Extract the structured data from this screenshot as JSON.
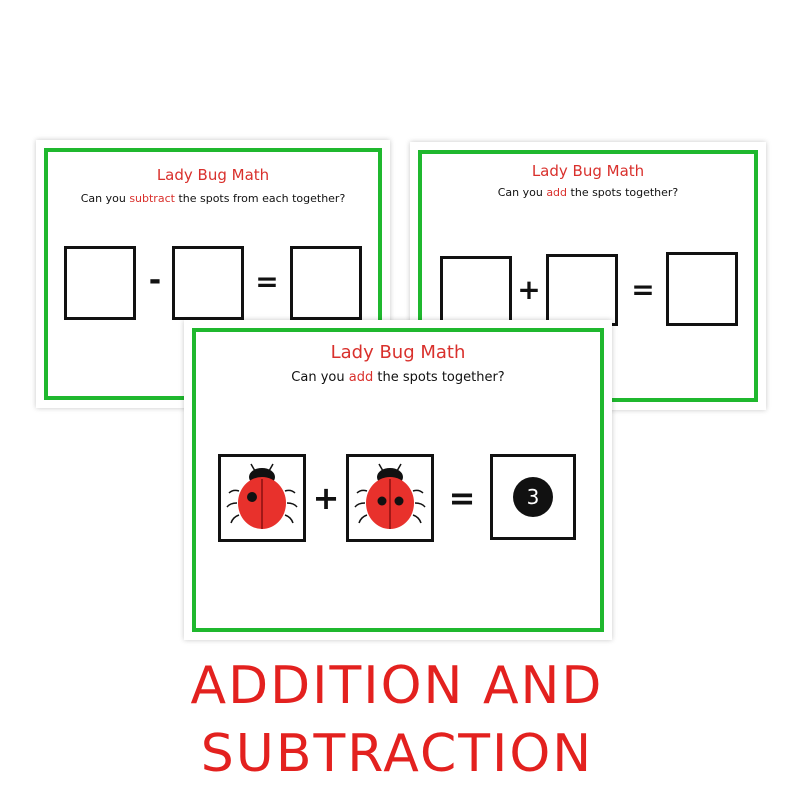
{
  "cards": [
    {
      "title": "Lady Bug Math",
      "question_pre": "Can you",
      "question_op": "subtract",
      "question_post": "the spots from each together?",
      "operator": "-",
      "equals": "="
    },
    {
      "title": "Lady Bug Math",
      "question_pre": "Can you",
      "question_op": "add",
      "question_post": "the spots together?",
      "operator": "+",
      "equals": "="
    },
    {
      "title": "Lady Bug Math",
      "question_pre": "Can you",
      "question_op": "add",
      "question_post": "the spots together?",
      "operator": "+",
      "equals": "=",
      "answer": "3",
      "ladybug_left_spots": 1,
      "ladybug_right_spots": 2
    }
  ],
  "caption": {
    "line1": "ADDITION AND",
    "line2": "SUBTRACTION"
  },
  "colors": {
    "frame_green": "#1fb82e",
    "title_red": "#d9302c",
    "caption_red": "#e3211f",
    "ladybug_red": "#e8312c"
  }
}
